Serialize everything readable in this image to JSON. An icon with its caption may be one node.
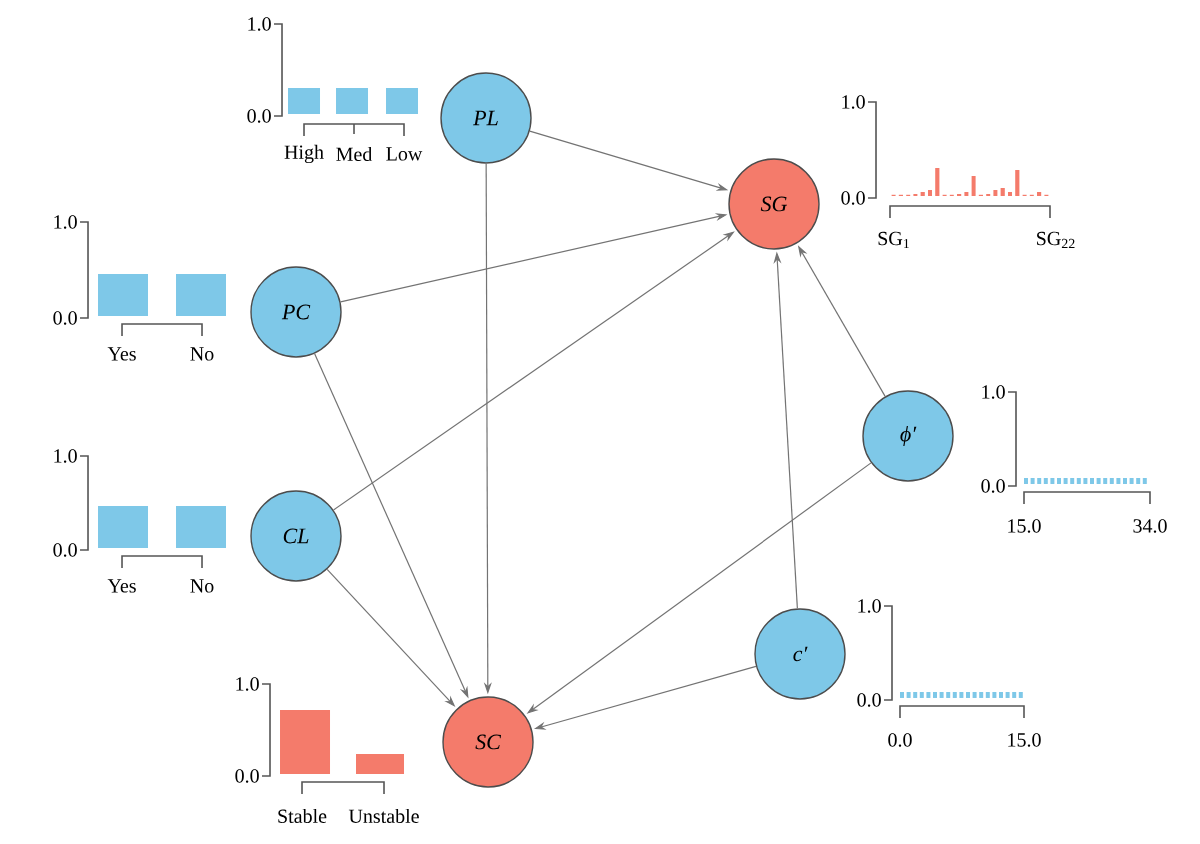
{
  "diagram": {
    "nodes": [
      {
        "text": [
          "PL"
        ]
      },
      {
        "text": [
          "SG"
        ]
      },
      {
        "text": [
          "PC"
        ]
      },
      {
        "text": [
          "ϕ′"
        ]
      },
      {
        "text": [
          "CL"
        ]
      },
      {
        "text": [
          "c′"
        ]
      },
      {
        "text": [
          "SC"
        ]
      }
    ],
    "edges": [
      {
        "from": 0,
        "to": 1,
        "arrow": "to"
      },
      {
        "from": 0,
        "to": 6,
        "arrow": "to"
      },
      {
        "from": 2,
        "to": 1,
        "arrow": "to"
      },
      {
        "from": 2,
        "to": 6,
        "arrow": "to"
      },
      {
        "from": 4,
        "to": 1,
        "arrow": "to"
      },
      {
        "from": 4,
        "to": 6,
        "arrow": "to"
      },
      {
        "from": 5,
        "to": 1,
        "arrow": "to"
      },
      {
        "from": 5,
        "to": 6,
        "arrow": "to"
      },
      {
        "from": 3,
        "to": 1,
        "arrow": "to"
      },
      {
        "from": 3,
        "to": 6,
        "arrow": "to"
      }
    ],
    "labels": [
      "1.0",
      "0.0",
      "High",
      "Med",
      "Low",
      "1.0",
      "0.0",
      "SG$_{1}$",
      "SG$_{22}$",
      "1.0",
      "0.0",
      "Yes",
      "No",
      "1.0",
      "0.0",
      "15.0",
      "34.0",
      "1.0",
      "0.0",
      "Yes",
      "No",
      "1.0",
      "0.0",
      "0.0",
      "15.0",
      "1.0",
      "0.0",
      "Stable",
      "Unstable"
    ]
  }
}
